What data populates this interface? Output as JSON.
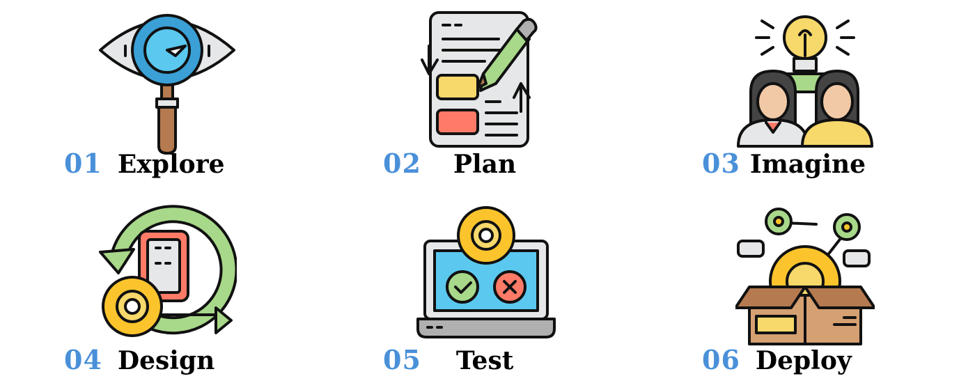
{
  "colors": {
    "number": "#4a90d9",
    "label": "#000000",
    "outline": "#111111",
    "blue": "#5bc8ef",
    "blue_dark": "#3aa0d6",
    "yellow": "#f7d86b",
    "gold": "#fcc42c",
    "salmon": "#ff7b68",
    "green": "#a8d889",
    "grey": "#e6e7e8",
    "brown": "#b57a4f",
    "tan": "#d5a072",
    "skin": "#f2c9a6"
  },
  "steps": [
    {
      "number": "01",
      "label": "Explore",
      "icon": "eye-magnifier-icon"
    },
    {
      "number": "02",
      "label": "Plan",
      "icon": "document-pencil-icon"
    },
    {
      "number": "03",
      "label": "Imagine",
      "icon": "team-idea-icon"
    },
    {
      "number": "04",
      "label": "Design",
      "icon": "design-cycle-icon"
    },
    {
      "number": "05",
      "label": "Test",
      "icon": "laptop-test-icon"
    },
    {
      "number": "06",
      "label": "Deploy",
      "icon": "deploy-box-icon"
    }
  ]
}
